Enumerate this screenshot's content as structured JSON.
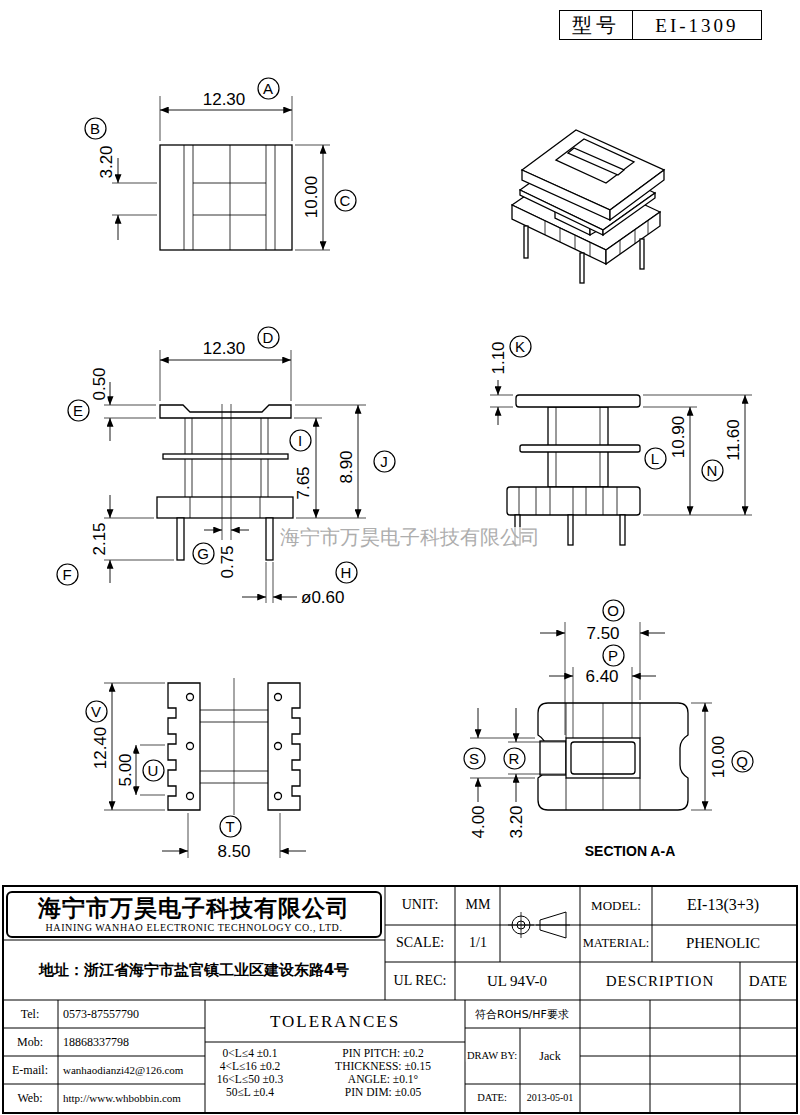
{
  "diagram": {
    "nodes": [
      {
        "text": [
          "型号",
          "EI-1309"
        ]
      },
      {
        "text": [
          "A"
        ]
      },
      {
        "text": [
          "B"
        ]
      },
      {
        "text": [
          "C"
        ]
      },
      {
        "text": [
          "D"
        ]
      },
      {
        "text": [
          "E"
        ]
      },
      {
        "text": [
          "I"
        ]
      },
      {
        "text": [
          "J"
        ]
      },
      {
        "text": [
          "K"
        ]
      },
      {
        "text": [
          "L"
        ]
      },
      {
        "text": [
          "N"
        ]
      },
      {
        "text": [
          "G"
        ]
      },
      {
        "text": [
          "F"
        ]
      },
      {
        "text": [
          "H"
        ]
      },
      {
        "text": [
          "O"
        ]
      },
      {
        "text": [
          "P"
        ]
      },
      {
        "text": [
          "V"
        ]
      },
      {
        "text": [
          "S"
        ]
      },
      {
        "text": [
          "R"
        ]
      },
      {
        "text": [
          "Q"
        ]
      },
      {
        "text": [
          "U"
        ]
      },
      {
        "text": [
          "T"
        ]
      },
      {
        "text": [
          "海宁市万昊电子科技有限公司",
          "HAINING WANHAO ELECTRONIC TECHNOLOGY CO., LTD."
        ]
      }
    ],
    "labels": [
      "12.30",
      "3.20",
      "10.00",
      "12.30",
      "0.50",
      "7.65",
      "8.90",
      "2.15",
      "0.75",
      "ø0.60",
      "1.10",
      "10.90",
      "11.60",
      "12.40",
      "5.00",
      "8.50",
      "7.50",
      "6.40",
      "10.00",
      "4.00",
      "3.20",
      "SECTION A-A",
      "海宁市万昊电子科技有限公司",
      "UNIT:",
      "MM",
      "MODEL:",
      "EI-13(3+3)",
      "SCALE:",
      "1/1",
      "MATERIAL:",
      "PHENOLIC",
      "UL REC:",
      "UL 94V-0",
      "DESCRIPTION",
      "DATE",
      "地址：浙江省海宁市盐官镇工业区建设东路4号",
      "Tel:",
      "0573-87557790",
      "Mob:",
      "18868337798",
      "E-mail:",
      "wanhaodianzi42@126.com",
      "Web:",
      "http://www.whbobbin.com",
      "TOLERANCES",
      "0<L≤4 ±0.1",
      "4<L≤16 ±0.2",
      "16<L≤50 ±0.3",
      "50≤L ±0.4",
      "PIN PITCH: ±0.2",
      "THICKNESS: ±0.15",
      "ANGLE: ±0.1°",
      "PIN DIM: ±0.05",
      "符合ROHS/HF要求",
      "DRAW BY:",
      "Jack",
      "DATE:",
      "2013-05-01"
    ]
  }
}
